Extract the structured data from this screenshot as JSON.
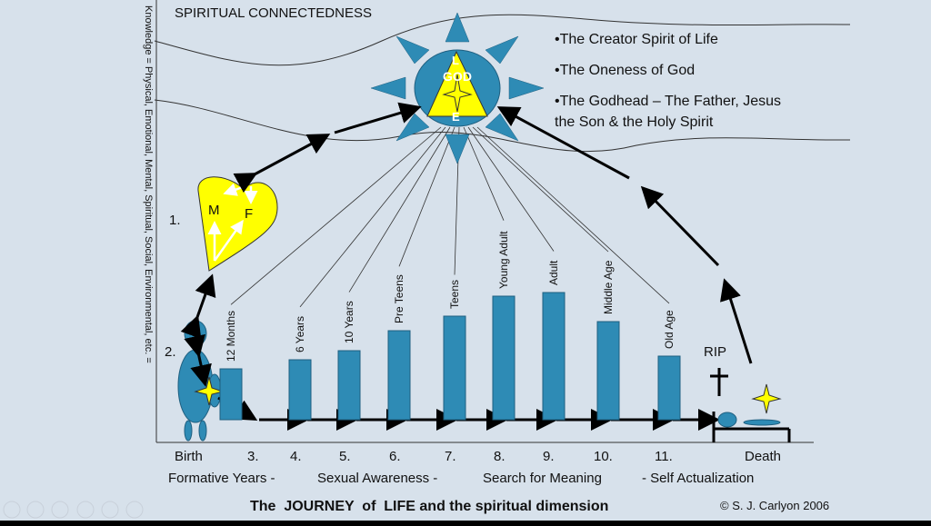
{
  "title": "SPIRITUAL CONNECTEDNESS",
  "vertical_label": "Knowledge = Physical, Emotional, Mental, Spiritual, Social, Environmental, etc. =",
  "god": {
    "center": "GOD",
    "letter_top": "L",
    "letter_bottom": "E"
  },
  "bullets": [
    "•The Creator Spirit of Life",
    "•The Oneness of God",
    "•The Godhead – The Father, Jesus",
    "the Son & the Holy Spirit"
  ],
  "heart": {
    "m": "M",
    "f": "F"
  },
  "markers": {
    "one": "1.",
    "two": "2."
  },
  "stages": [
    {
      "label": "12 Months",
      "num": "3.",
      "level": 0.28
    },
    {
      "label": "6 Years",
      "num": "4.",
      "level": 0.33
    },
    {
      "label": "10 Years",
      "num": "5.",
      "level": 0.38
    },
    {
      "label": "Pre Teens",
      "num": "6.",
      "level": 0.49
    },
    {
      "label": "Teens",
      "num": "7.",
      "level": 0.57
    },
    {
      "label": "Young Adult",
      "num": "8.",
      "level": 0.68
    },
    {
      "label": "Adult",
      "num": "9.",
      "level": 0.7
    },
    {
      "label": "Middle Age",
      "num": "10.",
      "level": 0.54
    },
    {
      "label": "Old Age",
      "num": "11.",
      "level": 0.35
    }
  ],
  "birth": "Birth",
  "death": "Death",
  "rip": "RIP",
  "phases": [
    "Formative Years -",
    "Sexual Awareness -",
    "Search for Meaning",
    "- Self Actualization"
  ],
  "caption": "The  JOURNEY  of  LIFE and the spiritual dimension",
  "copyright": "© S. J. Carlyon 2006",
  "colors": {
    "bar": "#2e8bb5",
    "heart": "#ffff00",
    "background": "#d7e1eb"
  }
}
